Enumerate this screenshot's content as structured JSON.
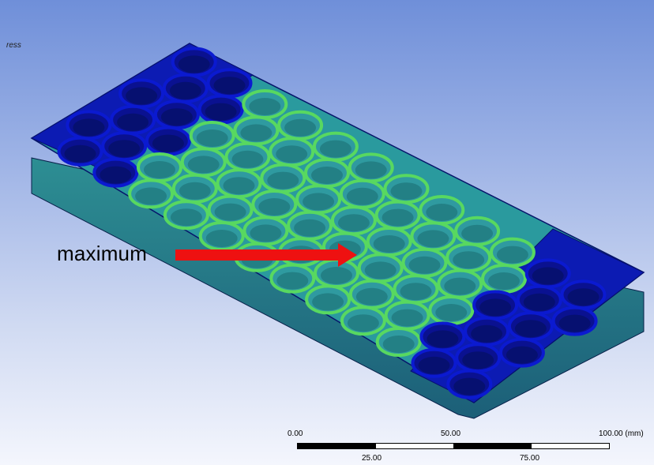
{
  "viewport": {
    "result_label": "ress"
  },
  "annotation": {
    "text": "maximum",
    "arrow_color": "#ee1111"
  },
  "scale": {
    "top_labels": [
      "0.00",
      "50.00",
      "100.00 (mm)"
    ],
    "bottom_labels": [
      "25.00",
      "75.00"
    ]
  },
  "colors": {
    "low_stress": "#0a14b4",
    "mid_stress": "#2fa8a6",
    "high_stress": "#58d860",
    "background_top": "#6f8fd9",
    "background_bottom": "#f4f6fd"
  }
}
